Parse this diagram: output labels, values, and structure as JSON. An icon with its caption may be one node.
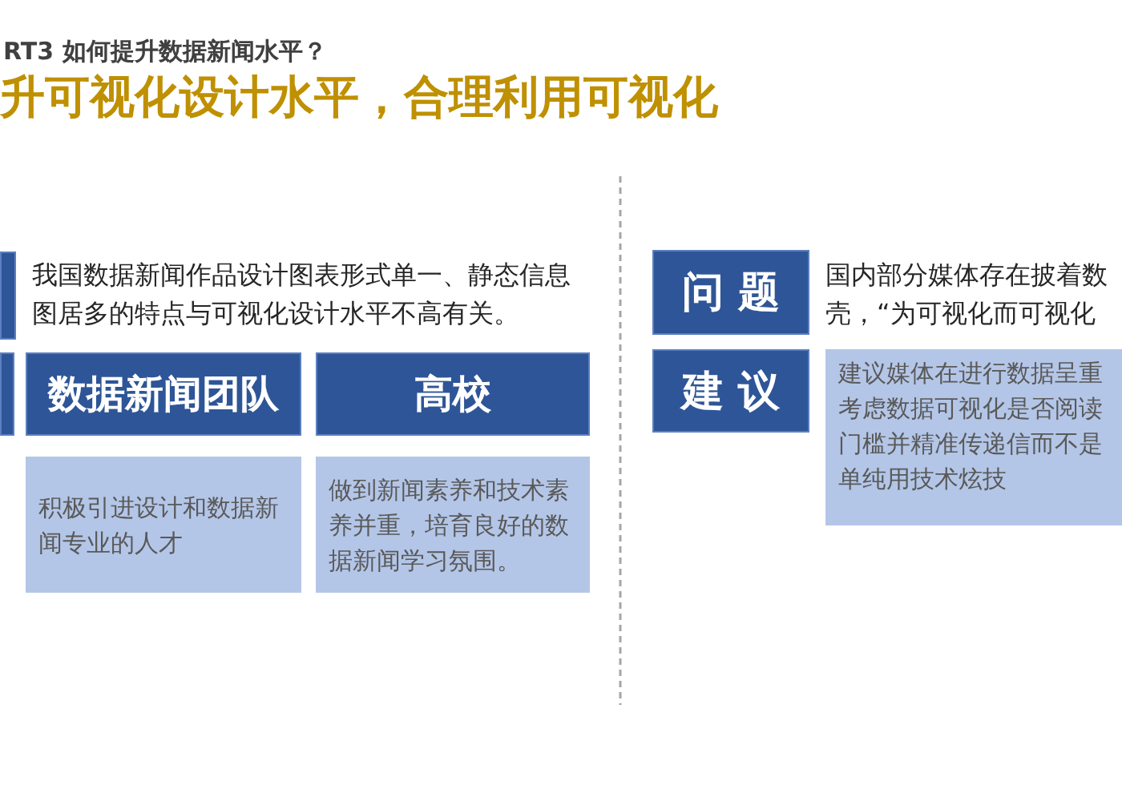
{
  "diagram": {
    "title": "升可视化设计水平，合理利用可视化",
    "nodes": [
      {
        "text": [],
        "shape": "box",
        "beside": [
          "我国数据新闻作品设计图表形式单一、静态信息图居多的特点与可视化设计水平不高有关。"
        ]
      },
      {
        "text": [],
        "shape": "box"
      },
      {
        "text": [
          "数据新闻团队"
        ]
      },
      {
        "text": [
          "高校"
        ]
      },
      {
        "text": [
          "积极引进设计和数据新闻专业的人才"
        ]
      },
      {
        "text": [
          "做到新闻素养和技术素养并重，培育良好的数据新闻学习氛围。"
        ]
      },
      {
        "text": [
          "问 题"
        ],
        "beside": [
          "国内部分媒体存在披着数壳，“为可视化而可视化"
        ]
      },
      {
        "text": [
          "建 议"
        ]
      },
      {
        "text": [
          "建议媒体在进行数据呈重考虑数据可视化是否阅读门槛并精准传递信而不是单纯用技术炫技"
        ]
      }
    ],
    "edges": [],
    "labels": [
      "RT3 如何提升数据新闻水平？"
    ]
  }
}
